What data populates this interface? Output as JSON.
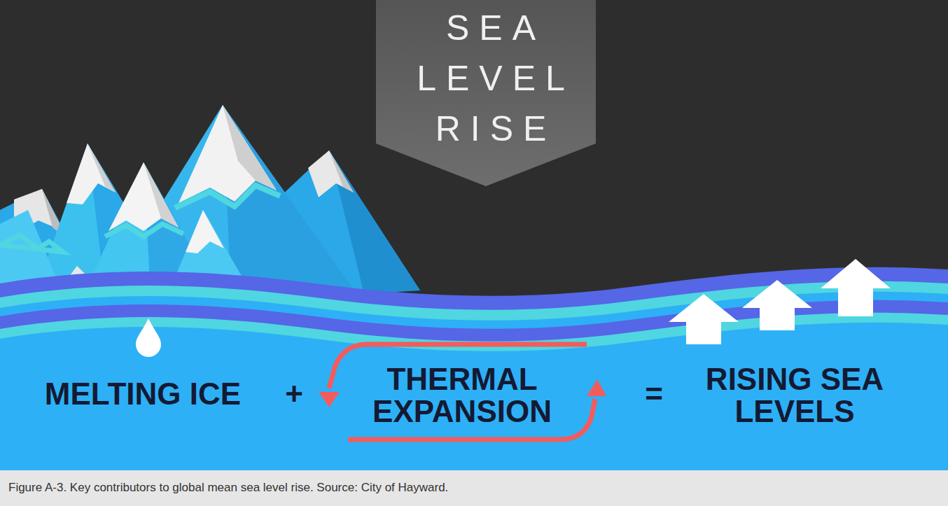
{
  "diagram": {
    "title": "SEA LEVEL RISE",
    "caption": "Figure A-3. Key contributors to global mean sea level rise. Source: City of Hayward.",
    "labels": [
      "MELTING ICE",
      "+",
      "THERMAL EXPANSION",
      "=",
      "RISING SEA LEVELS"
    ]
  }
}
